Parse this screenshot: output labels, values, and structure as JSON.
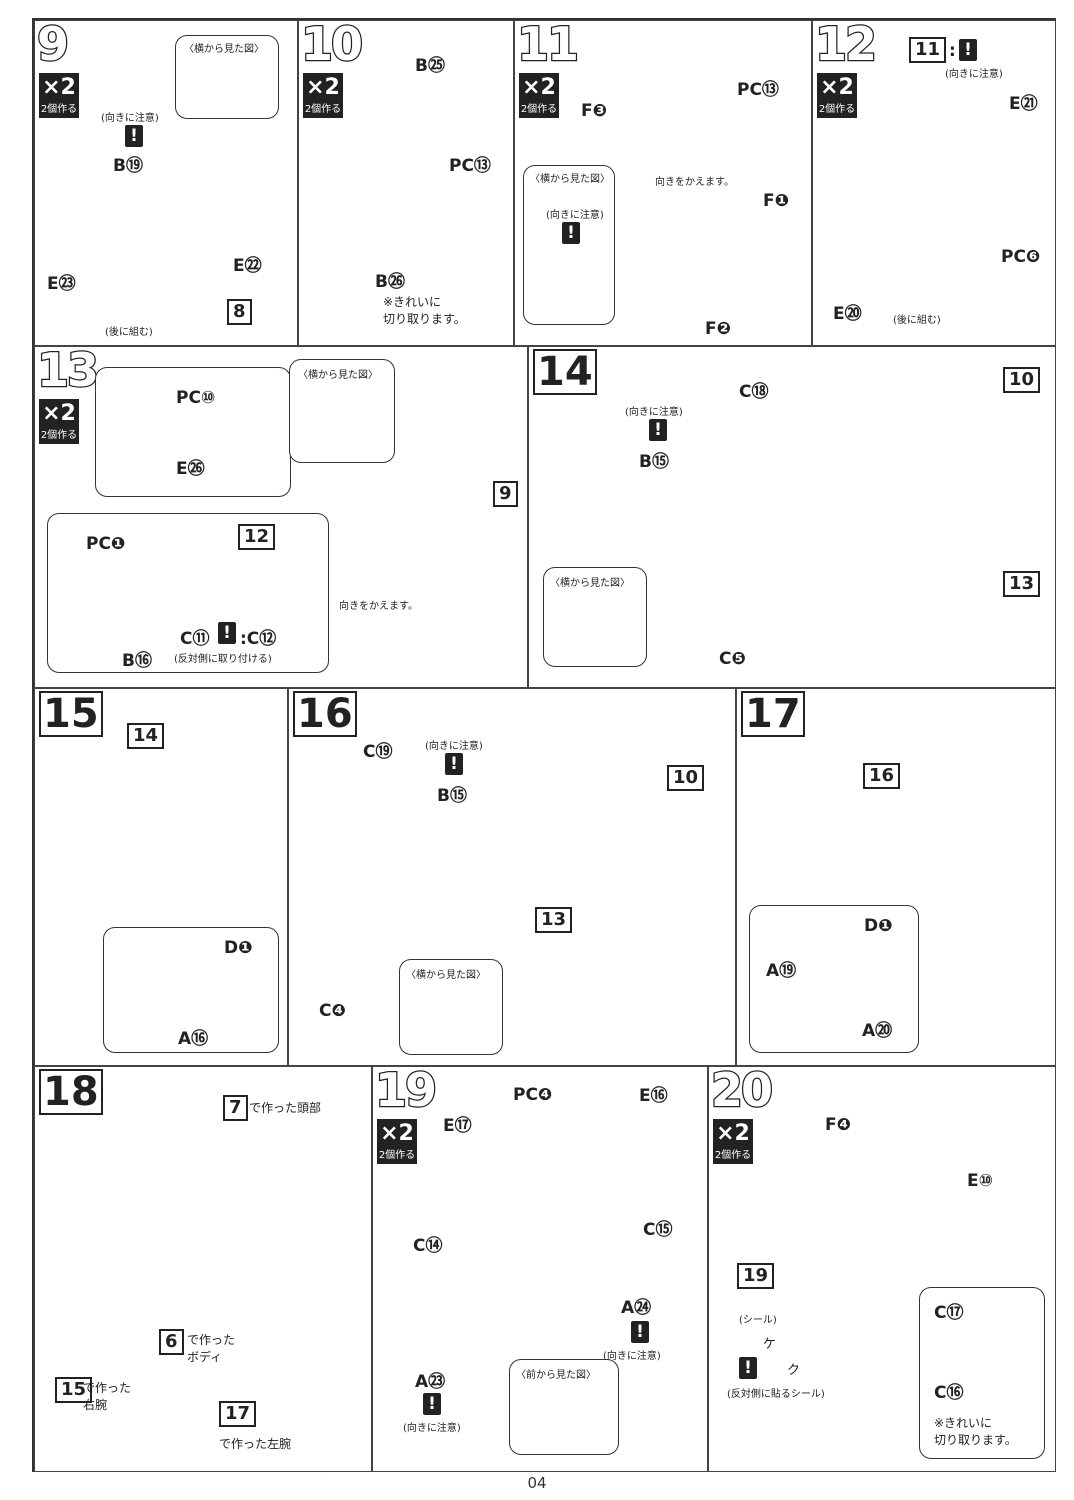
{
  "page_number": "04",
  "common": {
    "x2": "×2",
    "make_two": "2個作る",
    "side_view": "〈横から見た図〉",
    "front_view": "〈前から見た図〉",
    "mind_direction": "(向きに注意)",
    "warn_mark": "!",
    "change_direction": "向きをかえます。",
    "assemble_later": "(後に組む)",
    "cut_cleanly": "※きれいに\n切り取ります。"
  },
  "steps": {
    "s9": {
      "num": "9",
      "labels": [
        "B⑲",
        "E㉓",
        "E㉒"
      ],
      "ref": "8"
    },
    "s10": {
      "num": "10",
      "labels": [
        "B㉕",
        "PC⑬",
        "B㉖"
      ]
    },
    "s11": {
      "num": "11",
      "labels": [
        "F❸",
        "PC⑬",
        "F❶",
        "F❷"
      ]
    },
    "s12": {
      "num": "12",
      "labels": [
        "E㉑",
        "PC❻",
        "E⑳"
      ],
      "ref": "11",
      "colon": ":"
    },
    "s13": {
      "num": "13",
      "labels": [
        "PC⑩",
        "E㉖",
        "PC❶",
        "B⑯",
        "C⑪",
        ":C⑫"
      ],
      "ref_a": "12",
      "ref_b": "9",
      "opposite": "(反対側に取り付ける)"
    },
    "s14": {
      "num": "14",
      "labels": [
        "C⑱",
        "B⑮",
        "C❺"
      ],
      "ref_a": "10",
      "ref_b": "13"
    },
    "s15": {
      "num": "15",
      "labels": [
        "D❶",
        "A⑯"
      ],
      "ref": "14"
    },
    "s16": {
      "num": "16",
      "labels": [
        "C⑲",
        "B⑮",
        "C❹"
      ],
      "ref_a": "10",
      "ref_b": "13"
    },
    "s17": {
      "num": "17",
      "labels": [
        "D❶",
        "A⑲",
        "A⑳"
      ],
      "ref": "16"
    },
    "s18": {
      "num": "18",
      "ref7": "7",
      "ref6": "6",
      "ref15": "15",
      "ref17": "17",
      "head": "で作った頭部",
      "body": "で作った\nボディ",
      "rightarm": "で作った\n右腕",
      "leftarm": "で作った左腕"
    },
    "s19": {
      "num": "19",
      "labels": [
        "E⑰",
        "PC❹",
        "E⑯",
        "C⑭",
        "C⑮",
        "A㉔",
        "A㉓"
      ]
    },
    "s20": {
      "num": "20",
      "labels": [
        "F❹",
        "E⑩",
        "C⑰",
        "C⑯"
      ],
      "ref": "19",
      "seal": "(シール)",
      "seal_a": "ケ",
      "seal_b": "ク",
      "opposite_seal": "(反対側に貼るシール)"
    }
  }
}
